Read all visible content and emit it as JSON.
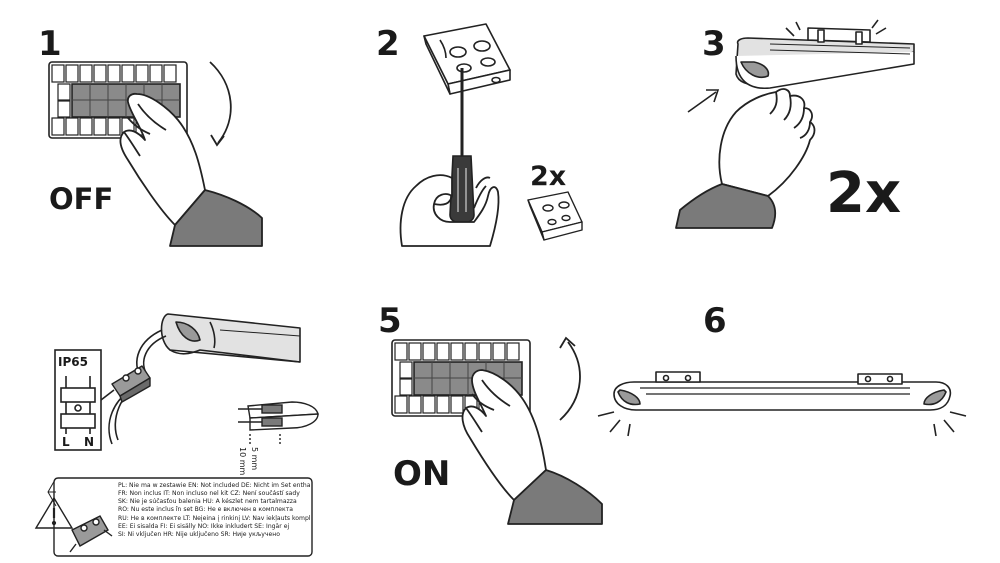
{
  "steps": {
    "s1": {
      "number": "1",
      "caption": "OFF"
    },
    "s2": {
      "number": "2",
      "count": "2x"
    },
    "s3": {
      "number": "3",
      "count": "2x"
    },
    "s5": {
      "number": "5",
      "caption": "ON"
    },
    "s6": {
      "number": "6"
    }
  },
  "wiring": {
    "rating": "IP65",
    "terminal_l": "L",
    "terminal_n": "N",
    "strip_length": "10 mm",
    "strip_label": "5 mm"
  },
  "warning": {
    "lines": [
      "PL: Nie ma w zestawie EN: Not included DE: Nicht im Set enthalten",
      "FR: Non inclus IT: Non incluso nel kit CZ: Není součástí sady",
      "SK: Nie je súčasťou balenia HU: A készlet nem tartalmazza",
      "RO: Nu este inclus în set BG: Не е включен в комплекта",
      "RU: Не в комплекте LT: Neįeina į rinkinį LV: Nav iekļauts komplektā",
      "EE: Ei sisalda FI: Ei sisälly NO: Ikke inkludert SE: Ingår ej",
      "SI: Ni vključen HR: Nije uključeno SR: Није укључено"
    ]
  }
}
